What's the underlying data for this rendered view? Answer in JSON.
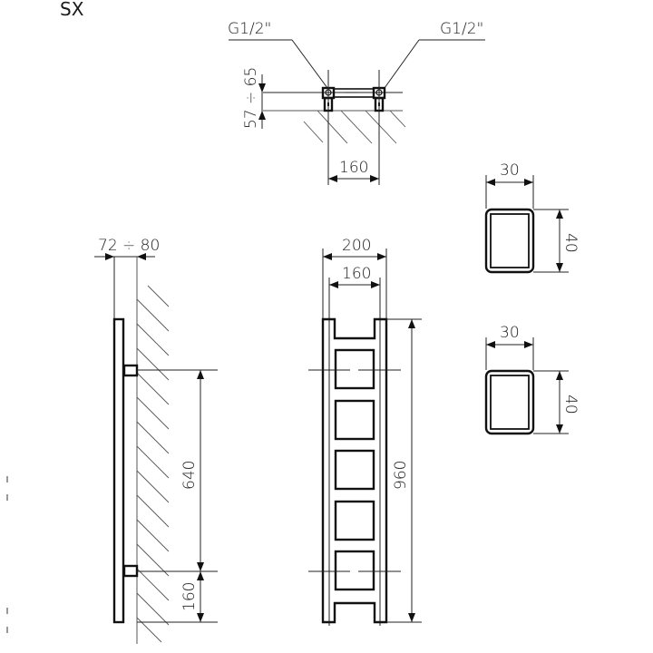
{
  "title": "SX",
  "top_view": {
    "connection_left": "G1/2\"",
    "connection_right": "G1/2\"",
    "wall_distance": "57 ÷ 65",
    "spacing": "160"
  },
  "side_view": {
    "depth": "72 ÷ 80",
    "bracket_spacing": "640",
    "bottom_offset": "160"
  },
  "front_view": {
    "width_total": "200",
    "width_axis": "160",
    "height": "960",
    "panel_count": 5
  },
  "profiles": [
    {
      "width": "30",
      "height": "40"
    },
    {
      "width": "30",
      "height": "40"
    }
  ]
}
